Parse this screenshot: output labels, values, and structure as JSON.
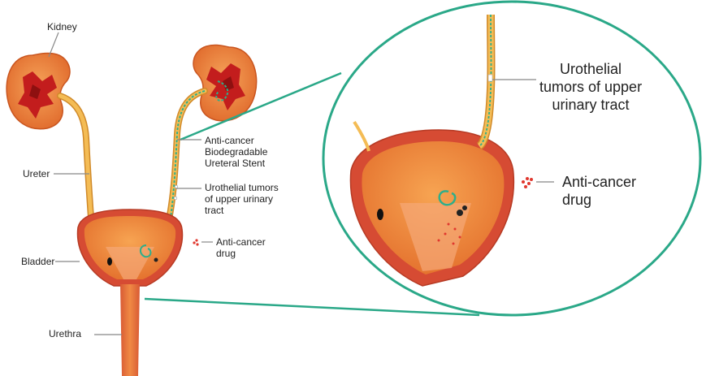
{
  "labels": {
    "kidney": "Kidney",
    "ureter": "Ureter",
    "bladder": "Bladder",
    "urethra": "Urethra",
    "stent_line1": "Anti-cancer",
    "stent_line2": "Biodegradable",
    "stent_line3": "Ureteral Stent",
    "tumor_line1": "Urothelial tumors",
    "tumor_line2": "of upper urinary",
    "tumor_line3": "tract",
    "drug_line1": "Anti-cancer",
    "drug_line2": "drug",
    "zoom_tumor_line1": "Urothelial",
    "zoom_tumor_line2": "tumors of upper",
    "zoom_tumor_line3": "urinary tract",
    "zoom_drug_line1": "Anti-cancer",
    "zoom_drug_line2": "drug"
  },
  "colors": {
    "kidney_outer": "#e87a3c",
    "kidney_inner": "#c81e1e",
    "ureter": "#f2b24a",
    "bladder_wall": "#d9523a",
    "bladder_inner": "#f08a3e",
    "stent": "#3bbf9a",
    "zoom_circle": "#2aa888",
    "leader_line": "#888888"
  }
}
